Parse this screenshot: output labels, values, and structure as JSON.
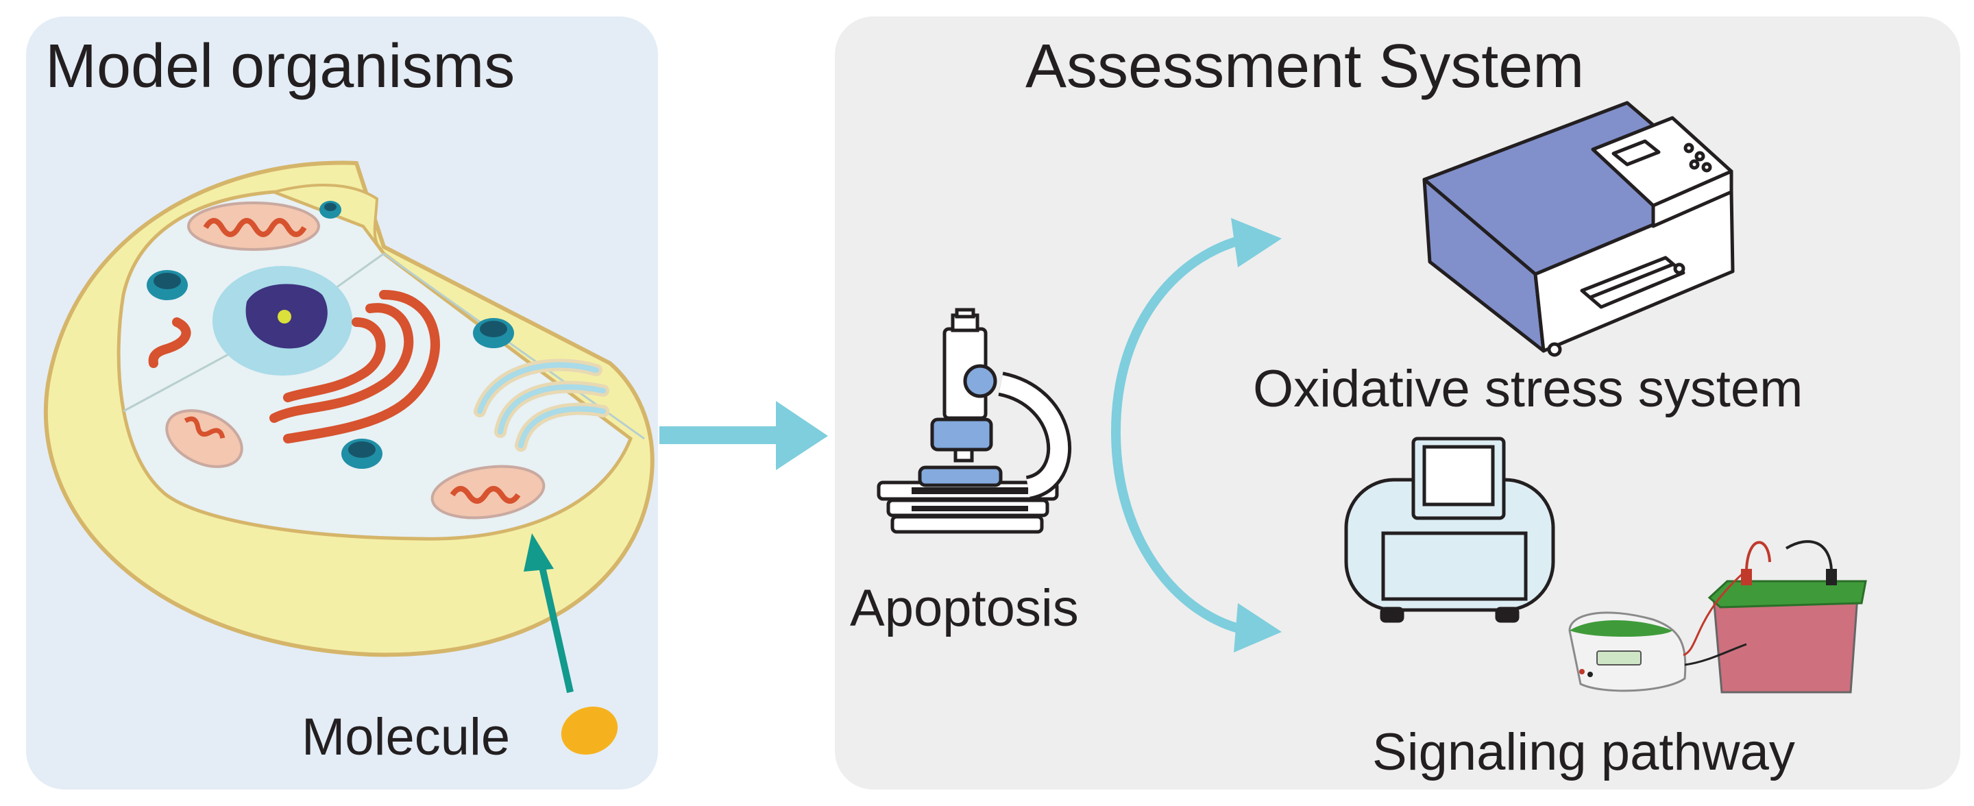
{
  "panels": {
    "left_title": "Model organisms",
    "right_title": "Assessment System"
  },
  "labels": {
    "molecule": "Molecule",
    "apoptosis": "Apoptosis",
    "oxidative": "Oxidative stress system",
    "signaling": "Signaling pathway"
  },
  "colors": {
    "left_panel_bg": "#e4edf6",
    "right_panel_bg": "#eeeeee",
    "cell_membrane": "#f4efa6",
    "cell_outline": "#d5b56a",
    "nucleus_halo": "#a9dbe8",
    "nucleus": "#3e3480",
    "organelle_red": "#d7522e",
    "vesicle_teal": "#1f8fa6",
    "arrow_light_blue": "#7ecedd",
    "arrow_teal": "#129a8c",
    "molecule_orange": "#f6b21e",
    "reader_blue": "#8190cb",
    "gel_red": "#c9596a",
    "gel_green": "#3f9b3a"
  },
  "icons": [
    "cell-icon",
    "molecule-icon",
    "microscope-icon",
    "plate-reader-icon",
    "imager-icon",
    "electrophoresis-icon"
  ]
}
